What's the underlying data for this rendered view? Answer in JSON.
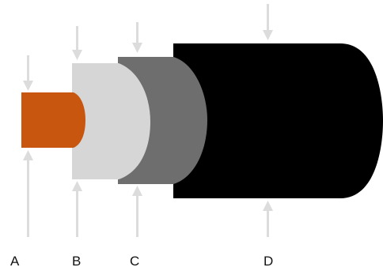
{
  "labels": {
    "a": "A",
    "b": "B",
    "c": "C",
    "d": "D"
  },
  "colors": {
    "conductor": "#c8560f",
    "insulator": "#d6d6d6",
    "shield": "#6e6e6e",
    "jacket": "#000000",
    "arrow": "#dcdcdc"
  }
}
